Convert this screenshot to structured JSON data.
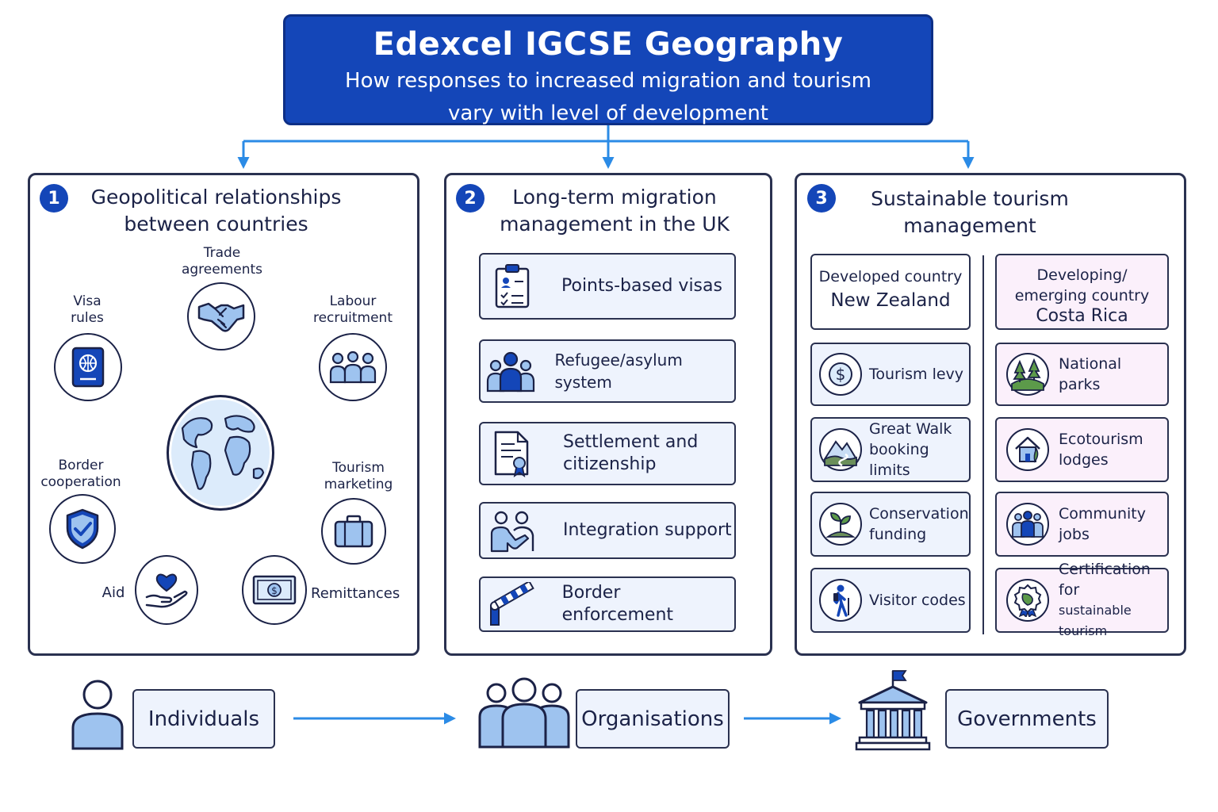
{
  "header": {
    "title": "Edexcel IGCSE Geography",
    "subtitle_line1": "How responses to increased migration and tourism",
    "subtitle_line2": "vary with level of development"
  },
  "panel1": {
    "number": "1",
    "title_line1": "Geopolitical relationships",
    "title_line2": "between countries",
    "items": {
      "trade_line1": "Trade",
      "trade_line2": "agreements",
      "visa_line1": "Visa",
      "visa_line2": "rules",
      "labour_line1": "Labour",
      "labour_line2": "recruitment",
      "border_line1": "Border",
      "border_line2": "cooperation",
      "tourism_line1": "Tourism",
      "tourism_line2": "marketing",
      "aid": "Aid",
      "remittances": "Remittances"
    }
  },
  "panel2": {
    "number": "2",
    "title_line1": "Long-term migration",
    "title_line2": "management in the UK",
    "steps": [
      {
        "line1": "Points-based visas",
        "line2": ""
      },
      {
        "line1": "Refugee/asylum system",
        "line2": ""
      },
      {
        "line1": "Settlement and",
        "line2": "citizenship"
      },
      {
        "line1": "Integration support",
        "line2": ""
      },
      {
        "line1": "Border enforcement",
        "line2": ""
      }
    ]
  },
  "panel3": {
    "number": "3",
    "title_line1": "Sustainable tourism",
    "title_line2": "management",
    "developed": {
      "label": "Developed country",
      "country": "New Zealand",
      "items": [
        {
          "line1": "Tourism levy",
          "line2": ""
        },
        {
          "line1": "Great Walk",
          "line2": "booking limits"
        },
        {
          "line1": "Conservation",
          "line2": "funding"
        },
        {
          "line1": "Visitor codes",
          "line2": ""
        }
      ]
    },
    "developing": {
      "label_line1": "Developing/",
      "label_line2": "emerging country",
      "country": "Costa Rica",
      "items": [
        {
          "line1": "National parks",
          "line2": ""
        },
        {
          "line1": "Ecotourism",
          "line2": "lodges"
        },
        {
          "line1": "Community",
          "line2": "jobs"
        },
        {
          "line1": "Certification for",
          "line2": "sustainable tourism"
        }
      ]
    }
  },
  "actors": [
    "Individuals",
    "Organisations",
    "Governments"
  ],
  "colors": {
    "primary": "#1446b8",
    "arrow": "#2b8be6",
    "outline": "#1b2247",
    "light_blue": "#eef3fd",
    "light_pink": "#fbf0fb",
    "icon_fill": "#9ec3ef"
  }
}
